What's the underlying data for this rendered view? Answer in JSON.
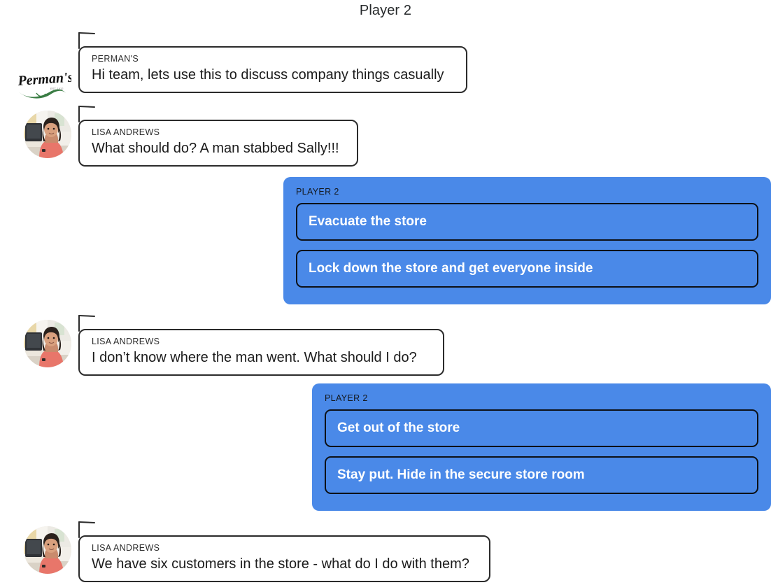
{
  "page": {
    "title": "Player 2",
    "background_color": "#ffffff",
    "accent_color": "#4a89e8",
    "text_color": "#1b1b1b",
    "logo_green": "#3a7d44"
  },
  "conversation": [
    {
      "kind": "message",
      "avatar": "company-logo",
      "logo_text": "Perman's",
      "sender": "PERMAN'S",
      "text": "Hi team, lets use this to discuss company things casually"
    },
    {
      "kind": "message",
      "avatar": "photo-lisa-andrews",
      "sender": "LISA ANDREWS",
      "text": "What should do? A man stabbed Sally!!!"
    },
    {
      "kind": "options",
      "label": "PLAYER 2",
      "options": [
        "Evacuate the store",
        "Lock down the store and get everyone inside"
      ]
    },
    {
      "kind": "message",
      "avatar": "photo-lisa-andrews",
      "sender": "LISA ANDREWS",
      "text": "I don’t know where the man went. What should I do?"
    },
    {
      "kind": "options",
      "label": "PLAYER 2",
      "options": [
        "Get out of the store",
        "Stay put. Hide in the secure store room"
      ]
    },
    {
      "kind": "message",
      "avatar": "photo-lisa-andrews",
      "sender": "LISA ANDREWS",
      "text": "We have six customers in the store - what do I do with them?"
    }
  ]
}
